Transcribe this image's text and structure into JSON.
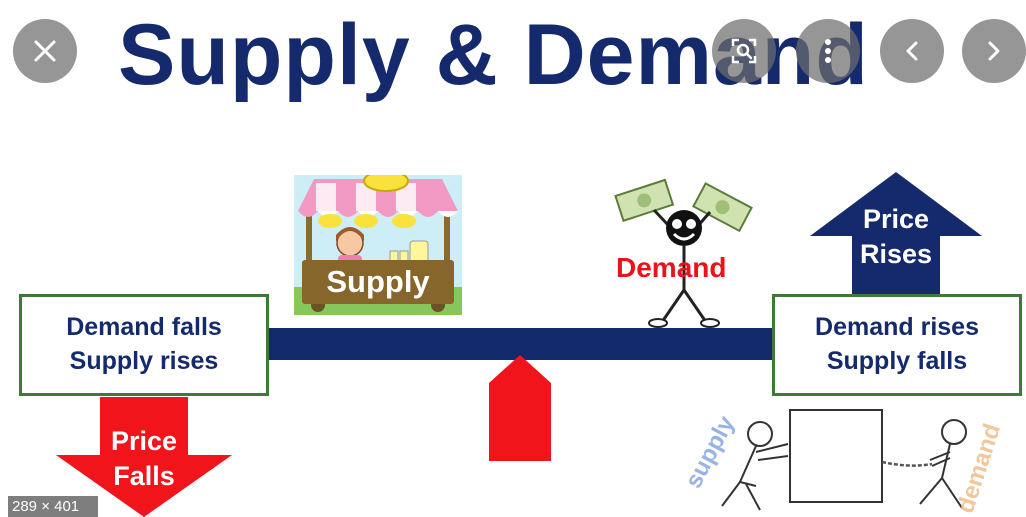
{
  "viewer": {
    "close_icon": "close-icon",
    "lens_icon": "image-search-icon",
    "more_icon": "more-vert-icon",
    "prev_icon": "chevron-left-icon",
    "next_icon": "chevron-right-icon",
    "size_badge": "289 × 401"
  },
  "image": {
    "title": "Supply & Demand",
    "left_box": {
      "line1": "Demand falls",
      "line2": "Supply rises"
    },
    "right_box": {
      "line1": "Demand rises",
      "line2": "Supply falls"
    },
    "down_arrow": {
      "line1": "Price",
      "line2": "Falls",
      "color": "#f2141b"
    },
    "up_arrow": {
      "line1": "Price",
      "line2": "Rises",
      "color": "#152a6d"
    },
    "supply_sign": "Supply",
    "demand_label": "Demand",
    "tug_supply": "supply",
    "tug_demand": "demand",
    "colors": {
      "navy": "#152a6d",
      "red": "#f2141b",
      "green_border": "#3d7a37",
      "sign_brown": "#86662a"
    }
  }
}
